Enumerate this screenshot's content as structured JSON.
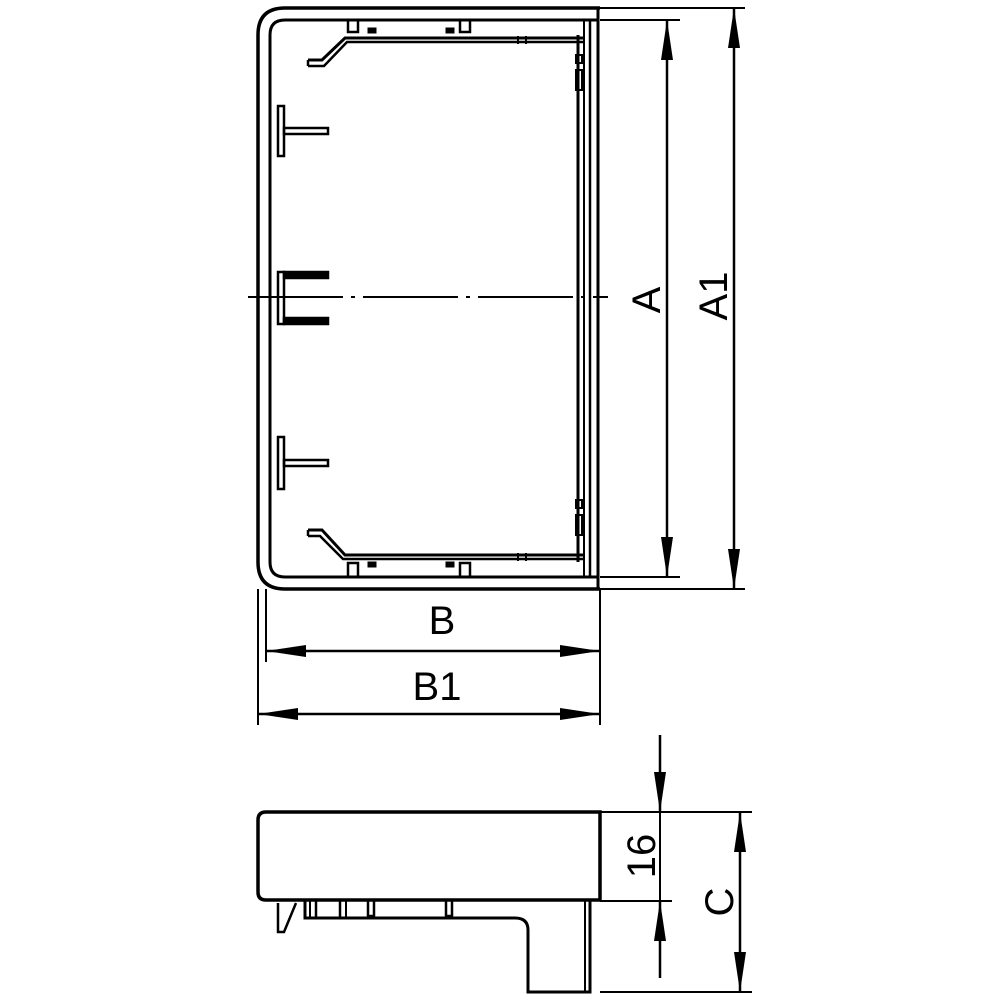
{
  "drawing": {
    "type": "technical-drawing",
    "subject": "cable duct end cap",
    "line_color": "#000000",
    "background": "#ffffff"
  },
  "top_view": {
    "dimensions": {
      "A": "A",
      "A1": "A1",
      "B": "B",
      "B1": "B1"
    }
  },
  "side_view": {
    "dimensions": {
      "height_value": "16",
      "C": "C"
    }
  }
}
